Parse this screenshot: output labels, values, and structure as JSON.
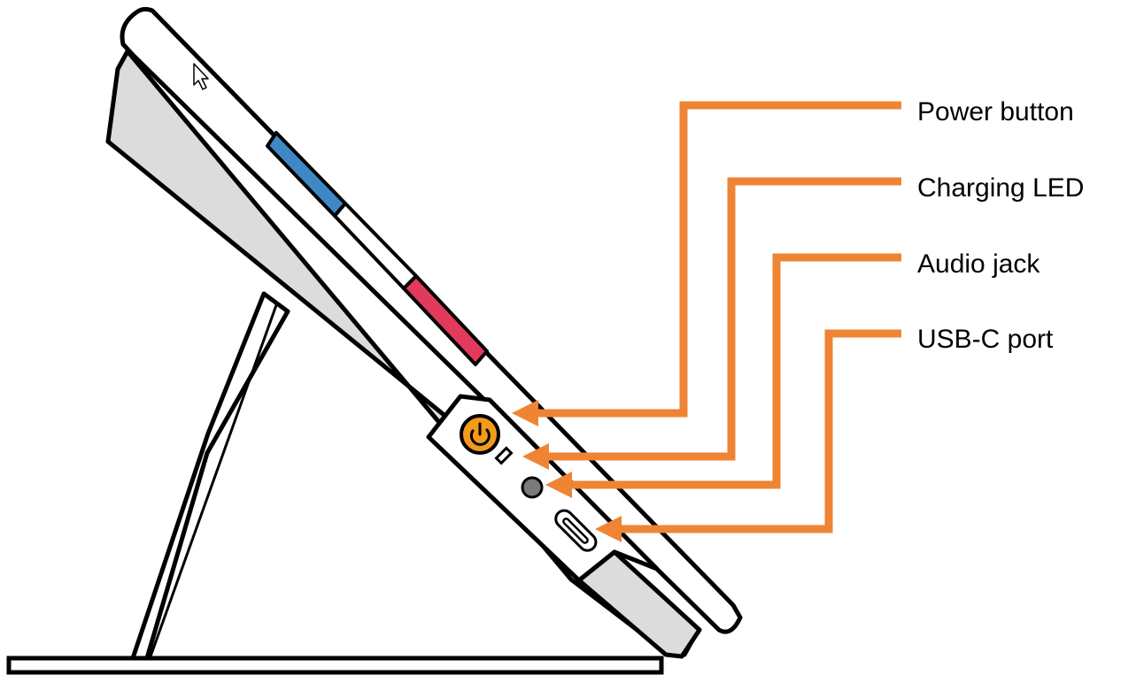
{
  "callouts": [
    {
      "label": "Power button",
      "target": "power-button"
    },
    {
      "label": "Charging LED",
      "target": "charging-led"
    },
    {
      "label": "Audio jack",
      "target": "audio-jack"
    },
    {
      "label": "USB-C port",
      "target": "usb-c-port"
    }
  ],
  "colors": {
    "callout": "#EE8434",
    "device_body": "#DCDCDC",
    "outline": "#000000",
    "button_blue": "#3F88C5",
    "button_red": "#E13A5C",
    "power_button": "#F29A1C",
    "audio_jack": "#7A7A7A"
  },
  "icons": {
    "cursor": "mouse-pointer-icon",
    "power": "power-symbol-icon"
  }
}
